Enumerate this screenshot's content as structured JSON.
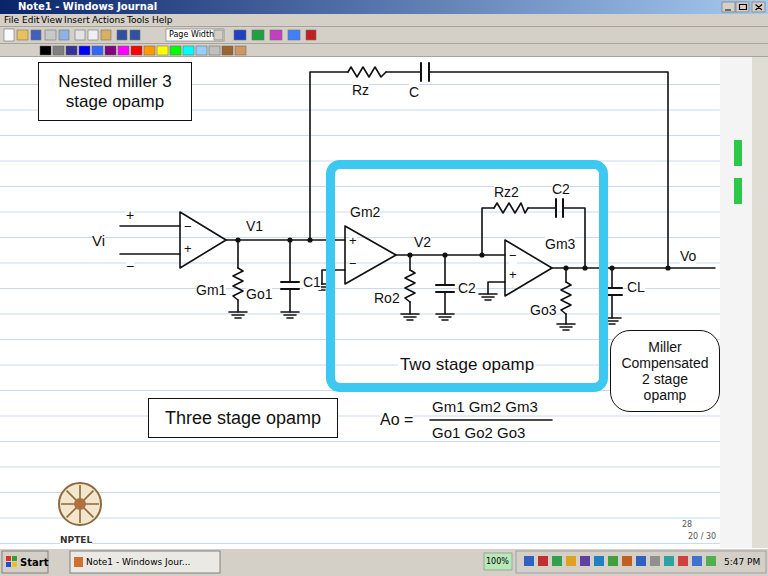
{
  "diagram": {
    "nodes": [
      {
        "text": [
          "Nested miller 3 stage opamp"
        ]
      },
      {
        "text": [
          "Two stage opamp"
        ]
      },
      {
        "text": [
          "Miller Compensated 2 stage opamp"
        ]
      },
      {
        "text": [
          "Three stage opamp"
        ]
      }
    ],
    "labels": [
      "Note1 - Windows Journal",
      "File",
      "Edit",
      "View",
      "Insert",
      "Actions",
      "Tools",
      "Help",
      "Page Width",
      "Rz",
      "C",
      "Vi",
      "+",
      "−",
      "−",
      "+",
      "V1",
      "Gm2",
      "+",
      "−",
      "V2",
      "Rz2",
      "C2",
      "−",
      "+",
      "Gm3",
      "Vo",
      "Gm1",
      "Go1",
      "C1",
      "Ro2",
      "C2",
      "Go3",
      "CL",
      "Ao =",
      "Gm1 Gm2 Gm3",
      "Go1 Go2 Go3",
      "28",
      "20 / 30",
      "NPTEL",
      "Start",
      "Note1 - Windows Jour...",
      "100%",
      "5:47 PM"
    ]
  }
}
